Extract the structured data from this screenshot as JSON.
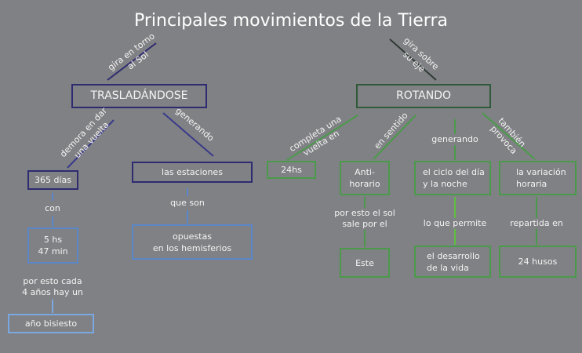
{
  "title": "Principales movimientos de la Tierra",
  "colors": {
    "background": "#808184",
    "navy": "#2e2b70",
    "blue": "#5b86c8",
    "light_blue": "#7aa8e2",
    "dark_green": "#2f5a3a",
    "green": "#4b9a4b"
  },
  "left": {
    "link_top": "gira en torno\nal Sol",
    "node": "TRASLADÁNDOSE",
    "link_days": "demora en dar\nuna vuelta",
    "link_seasons": "generando",
    "days": "365 días",
    "link_con": "con",
    "hours": "5 hs\n47 min",
    "link_leap": "por esto cada\n4 años hay un",
    "leap": "año bisiesto",
    "seasons": "las estaciones",
    "link_que_son": "que son",
    "opposite": "opuestas\nen los hemisferios"
  },
  "right": {
    "link_top": "gira sobre\nsu eje",
    "node": "ROTANDO",
    "link_24": "completa una\nvuelta en",
    "h24": "24hs",
    "link_sense": "en sentido",
    "anti": "Anti-\nhorario",
    "link_sun": "por esto el sol\nsale por el",
    "east": "Este",
    "link_gen": "generando",
    "cycle": "el ciclo del día\ny la noche",
    "link_allows": "lo que permite",
    "life": "el desarrollo\nde la vida",
    "link_also": "también\nprovoca",
    "variation": "la variación\nhoraria",
    "link_split": "repartida en",
    "zones": "24 husos"
  }
}
